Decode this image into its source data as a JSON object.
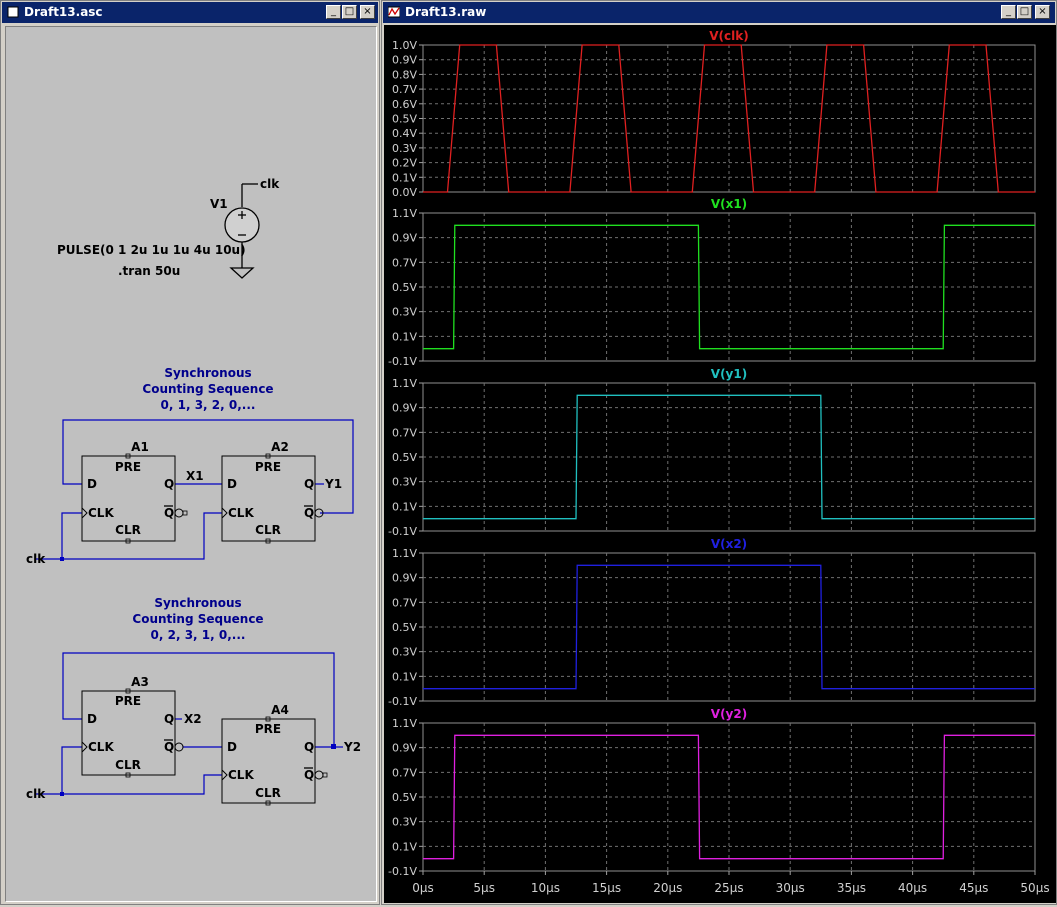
{
  "windows": {
    "schematic": {
      "title": "Draft13.asc"
    },
    "waveform": {
      "title": "Draft13.raw"
    }
  },
  "controls": {
    "minimize": "_",
    "maximize": "□",
    "close": "×"
  },
  "schematic": {
    "source": {
      "name": "V1",
      "node": "clk",
      "value": "PULSE(0 1 2u 1u 1u 4u 10u)",
      "directive": ".tran 50u"
    },
    "blocks": [
      {
        "heading": [
          "Synchronous",
          "Counting Sequence",
          "0, 1, 3, 2, 0,..."
        ],
        "clk_label": "clk",
        "ff": [
          {
            "name": "A1",
            "pins": {
              "pre": "PRE",
              "d": "D",
              "q": "Q",
              "qbar": "Q",
              "clk": "CLK",
              "clr": "CLR"
            }
          },
          {
            "name": "A2",
            "pins": {
              "pre": "PRE",
              "d": "D",
              "q": "Q",
              "qbar": "Q",
              "clk": "CLK",
              "clr": "CLR"
            }
          }
        ],
        "outputs": [
          "X1",
          "Y1"
        ]
      },
      {
        "heading": [
          "Synchronous",
          "Counting Sequence",
          "0, 2, 3, 1, 0,..."
        ],
        "clk_label": "clk",
        "ff": [
          {
            "name": "A3",
            "pins": {
              "pre": "PRE",
              "d": "D",
              "q": "Q",
              "qbar": "Q",
              "clk": "CLK",
              "clr": "CLR"
            }
          },
          {
            "name": "A4",
            "pins": {
              "pre": "PRE",
              "d": "D",
              "q": "Q",
              "qbar": "Q",
              "clk": "CLK",
              "clr": "CLR"
            }
          }
        ],
        "outputs": [
          "X2",
          "Y2"
        ]
      }
    ]
  },
  "colors": {
    "clk": "#e02020",
    "x1": "#20e020",
    "y1": "#20c0c0",
    "x2": "#2020e0",
    "y2": "#e020e0",
    "wire": "#0000c0",
    "text": "#00008c",
    "grid": "#808080"
  },
  "chart_data": {
    "type": "line",
    "xlabel": "",
    "xlim": [
      0,
      50
    ],
    "x_unit": "µs",
    "x_ticks": [
      "0µs",
      "5µs",
      "10µs",
      "15µs",
      "20µs",
      "25µs",
      "30µs",
      "35µs",
      "40µs",
      "45µs",
      "50µs"
    ],
    "panes": [
      {
        "name": "V(clk)",
        "color_key": "clk",
        "ylim": [
          0,
          1.0
        ],
        "y_ticks": [
          "1.0V",
          "0.9V",
          "0.8V",
          "0.7V",
          "0.6V",
          "0.5V",
          "0.4V",
          "0.3V",
          "0.2V",
          "0.1V",
          "0.0V"
        ],
        "x": [
          0,
          2,
          3,
          6,
          7,
          12,
          13,
          16,
          17,
          22,
          23,
          26,
          27,
          32,
          33,
          36,
          37,
          42,
          43,
          46,
          47,
          50
        ],
        "y": [
          0,
          0,
          1,
          1,
          0,
          0,
          1,
          1,
          0,
          0,
          1,
          1,
          0,
          0,
          1,
          1,
          0,
          0,
          1,
          1,
          0,
          0
        ]
      },
      {
        "name": "V(x1)",
        "color_key": "x1",
        "ylim": [
          -0.1,
          1.1
        ],
        "y_ticks": [
          "1.1V",
          "0.9V",
          "0.7V",
          "0.5V",
          "0.3V",
          "0.1V",
          "-0.1V"
        ],
        "x": [
          0,
          2.5,
          2.6,
          22.5,
          22.6,
          42.5,
          42.6,
          50
        ],
        "y": [
          0,
          0,
          1,
          1,
          0,
          0,
          1,
          1
        ]
      },
      {
        "name": "V(y1)",
        "color_key": "y1",
        "ylim": [
          -0.1,
          1.1
        ],
        "y_ticks": [
          "1.1V",
          "0.9V",
          "0.7V",
          "0.5V",
          "0.3V",
          "0.1V",
          "-0.1V"
        ],
        "x": [
          0,
          12.5,
          12.6,
          32.5,
          32.6,
          50
        ],
        "y": [
          0,
          0,
          1,
          1,
          0,
          0
        ]
      },
      {
        "name": "V(x2)",
        "color_key": "x2",
        "ylim": [
          -0.1,
          1.1
        ],
        "y_ticks": [
          "1.1V",
          "0.9V",
          "0.7V",
          "0.5V",
          "0.3V",
          "0.1V",
          "-0.1V"
        ],
        "x": [
          0,
          12.5,
          12.6,
          32.5,
          32.6,
          50
        ],
        "y": [
          0,
          0,
          1,
          1,
          0,
          0
        ]
      },
      {
        "name": "V(y2)",
        "color_key": "y2",
        "ylim": [
          -0.1,
          1.1
        ],
        "y_ticks": [
          "1.1V",
          "0.9V",
          "0.7V",
          "0.5V",
          "0.3V",
          "0.1V",
          "-0.1V"
        ],
        "x": [
          0,
          2.5,
          2.6,
          22.5,
          22.6,
          42.5,
          42.6,
          50
        ],
        "y": [
          0,
          0,
          1,
          1,
          0,
          0,
          1,
          1
        ]
      }
    ]
  }
}
